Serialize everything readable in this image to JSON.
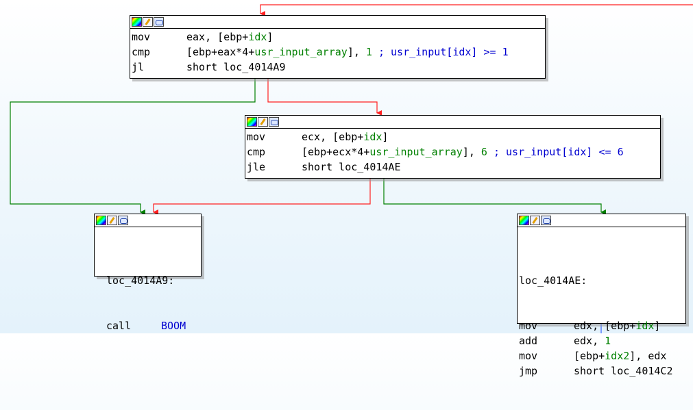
{
  "colors": {
    "true_edge": "#008000",
    "false_edge": "#ff2020",
    "flow_edge": "#3060ff"
  },
  "blocks": {
    "b1": [
      {
        "mn": "mov",
        "ops": [
          {
            "t": "eax, [ebp+"
          },
          {
            "t": "idx",
            "c": "g"
          },
          {
            "t": "]"
          }
        ]
      },
      {
        "mn": "cmp",
        "ops": [
          {
            "t": "[ebp+eax*4+"
          },
          {
            "t": "usr_input_array",
            "c": "g"
          },
          {
            "t": "], "
          },
          {
            "t": "1",
            "c": "g"
          },
          {
            "t": " ; usr_input[idx] >= 1",
            "c": "b"
          }
        ]
      },
      {
        "mn": "jl",
        "ops": [
          {
            "t": "short loc_4014A9"
          }
        ]
      }
    ],
    "b2": [
      {
        "mn": "mov",
        "ops": [
          {
            "t": "ecx, [ebp+"
          },
          {
            "t": "idx",
            "c": "g"
          },
          {
            "t": "]"
          }
        ]
      },
      {
        "mn": "cmp",
        "ops": [
          {
            "t": "[ebp+ecx*4+"
          },
          {
            "t": "usr_input_array",
            "c": "g"
          },
          {
            "t": "], "
          },
          {
            "t": "6",
            "c": "g"
          },
          {
            "t": " ; usr_input[idx] <= 6",
            "c": "b"
          }
        ]
      },
      {
        "mn": "jle",
        "ops": [
          {
            "t": "short loc_4014AE"
          }
        ]
      }
    ],
    "b3_label": "loc_4014A9:",
    "b3": [
      {
        "mn": "call",
        "ops": [
          {
            "t": "BOOM",
            "c": "b"
          }
        ]
      }
    ],
    "b4_label": "loc_4014AE:",
    "b4": [
      {
        "mn": "mov",
        "ops": [
          {
            "t": "edx, [ebp+"
          },
          {
            "t": "idx",
            "c": "g"
          },
          {
            "t": "]"
          }
        ]
      },
      {
        "mn": "add",
        "ops": [
          {
            "t": "edx, "
          },
          {
            "t": "1",
            "c": "g"
          }
        ]
      },
      {
        "mn": "mov",
        "ops": [
          {
            "t": "[ebp+"
          },
          {
            "t": "idx2",
            "c": "g"
          },
          {
            "t": "], edx"
          }
        ]
      },
      {
        "mn": "jmp",
        "ops": [
          {
            "t": "short loc_4014C2"
          }
        ]
      }
    ]
  }
}
